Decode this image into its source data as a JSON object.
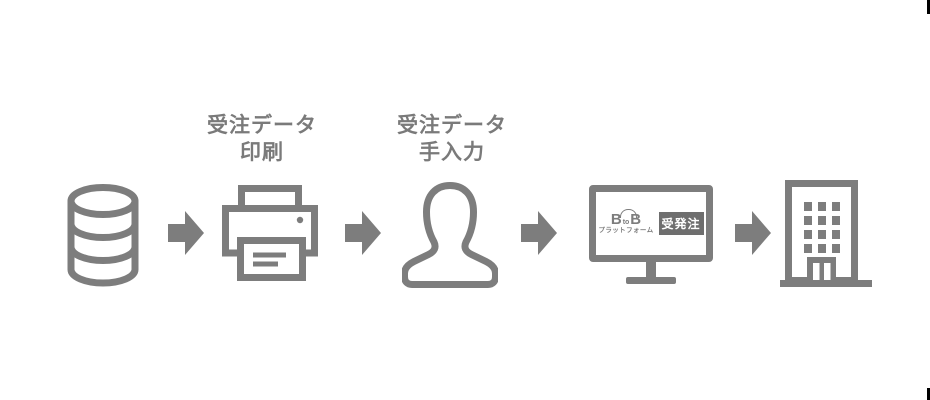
{
  "colors": {
    "background": "#ffffff",
    "icon_gray": "#7d7d7d",
    "label_gray": "#7a7a7a",
    "badge_background": "#6e6e6e",
    "badge_text": "#ffffff",
    "corner_mark": "#000000"
  },
  "labels": {
    "print_step": {
      "line1": "受注データ",
      "line2": "印刷"
    },
    "manual_input_step": {
      "line1": "受注データ",
      "line2": "手入力"
    }
  },
  "monitor_logo": {
    "b_left": "B",
    "to": "to",
    "b_right": "B",
    "subtitle": "プラットフォーム",
    "badge": "受発注"
  },
  "flow": {
    "step_icons": [
      "database-icon",
      "printer-icon",
      "person-icon",
      "btob-monitor-icon",
      "building-icon"
    ],
    "arrow_count": 4
  }
}
